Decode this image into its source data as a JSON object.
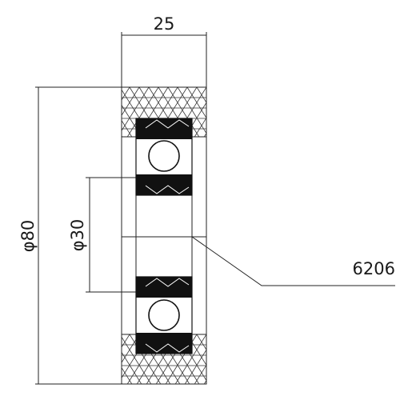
{
  "dimensions": {
    "width": "25",
    "outer_diameter": "φ80",
    "inner_diameter": "φ30"
  },
  "callout": {
    "bearing_code": "6206"
  },
  "colors": {
    "line": "#222222",
    "seal": "#111111",
    "background": "#ffffff"
  }
}
